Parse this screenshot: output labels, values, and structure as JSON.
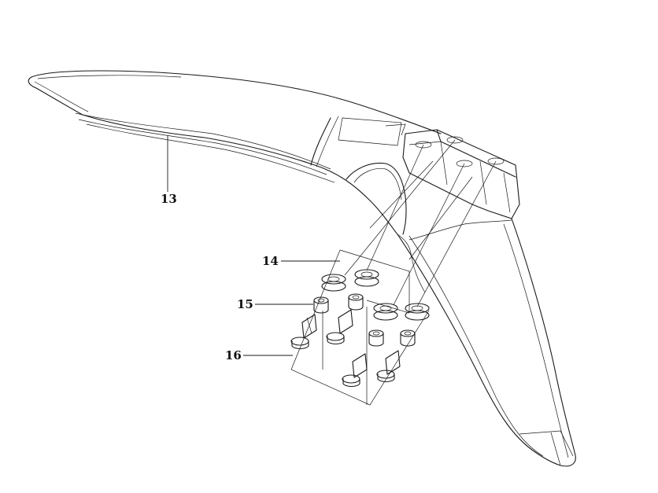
{
  "diagram": {
    "callouts": [
      {
        "id": "part-13",
        "label": "13"
      },
      {
        "id": "part-14",
        "label": "14"
      },
      {
        "id": "part-15",
        "label": "15"
      },
      {
        "id": "part-16",
        "label": "16"
      }
    ]
  },
  "colors": {
    "line": "#1a1a1a",
    "background": "#ffffff"
  }
}
